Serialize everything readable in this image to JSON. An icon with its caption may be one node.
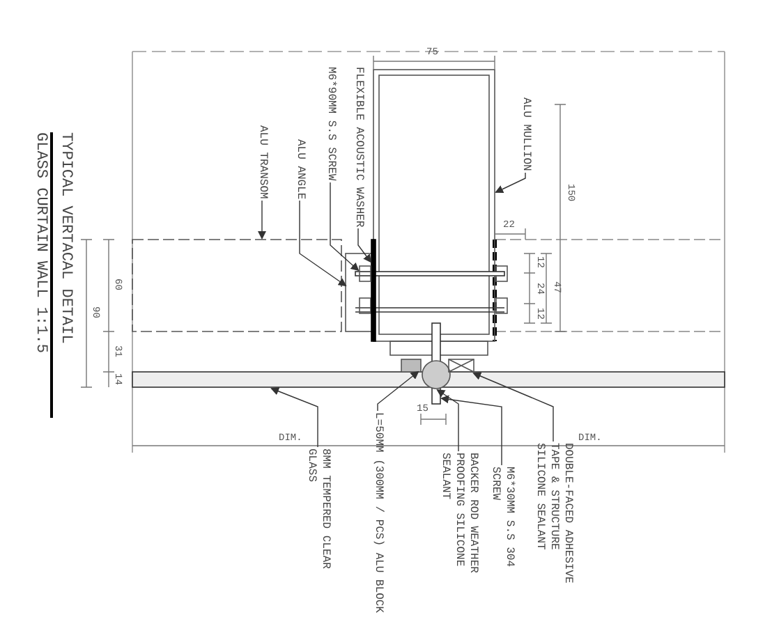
{
  "diagram": {
    "title": "TYPICAL VERTACAL DETAIL",
    "caption": "GLASS CURTAIN WALL 1:1.5",
    "nodes": [
      {
        "text": [
          "ALU MULLION"
        ]
      },
      {
        "text": [
          "FLEXIBLE ACOUSTIC WASHER"
        ]
      },
      {
        "text": [
          "M6*90MM S.S SCREW"
        ]
      },
      {
        "text": [
          "ALU ANGLE"
        ]
      },
      {
        "text": [
          "ALU TRANSOM"
        ]
      },
      {
        "text": [
          "8MM TEMPERED CLEAR GLASS"
        ]
      },
      {
        "text": [
          "L=50MM (300MM / PCS) ALU BLOCK"
        ]
      },
      {
        "text": [
          "BACKER ROD WEATHER PROOFING SILICONE SEALANT"
        ]
      },
      {
        "text": [
          "M6*30MM S.S 304 SCREW"
        ]
      },
      {
        "text": [
          "DOUBLE-FACED ADHESIVE TAPE & STRUCTURE SILICONE SEALANT"
        ]
      },
      {
        "text": [],
        "shape": "box"
      },
      {
        "text": [],
        "shape": "bar"
      },
      {
        "text": [],
        "shape": "bar"
      },
      {
        "text": [],
        "shape": "box"
      },
      {
        "text": [],
        "shape": "box"
      },
      {
        "text": [],
        "shape": "bar"
      },
      {
        "text": [],
        "shape": "box"
      },
      {
        "text": [],
        "shape": "circle"
      },
      {
        "text": [],
        "shape": "bar"
      },
      {
        "text": [],
        "shape": "box"
      }
    ],
    "edges": [
      {
        "from": 0,
        "to": 10,
        "arrow": "to"
      },
      {
        "from": 1,
        "to": 11,
        "arrow": "to"
      },
      {
        "from": 2,
        "to": 12,
        "arrow": "to"
      },
      {
        "from": 3,
        "to": 13,
        "arrow": "to"
      },
      {
        "from": 4,
        "to": 14,
        "arrow": "to"
      },
      {
        "from": 5,
        "to": 15,
        "arrow": "to"
      },
      {
        "from": 6,
        "to": 16,
        "arrow": "to"
      },
      {
        "from": 7,
        "to": 17,
        "arrow": "to"
      },
      {
        "from": 8,
        "to": 18,
        "arrow": "to"
      },
      {
        "from": 9,
        "to": 19,
        "arrow": "to"
      }
    ],
    "labels": [
      "75",
      "150",
      "22",
      "12",
      "24",
      "12",
      "47",
      "60",
      "90",
      "31",
      "14",
      "15",
      "DIM.",
      "DIM."
    ]
  }
}
